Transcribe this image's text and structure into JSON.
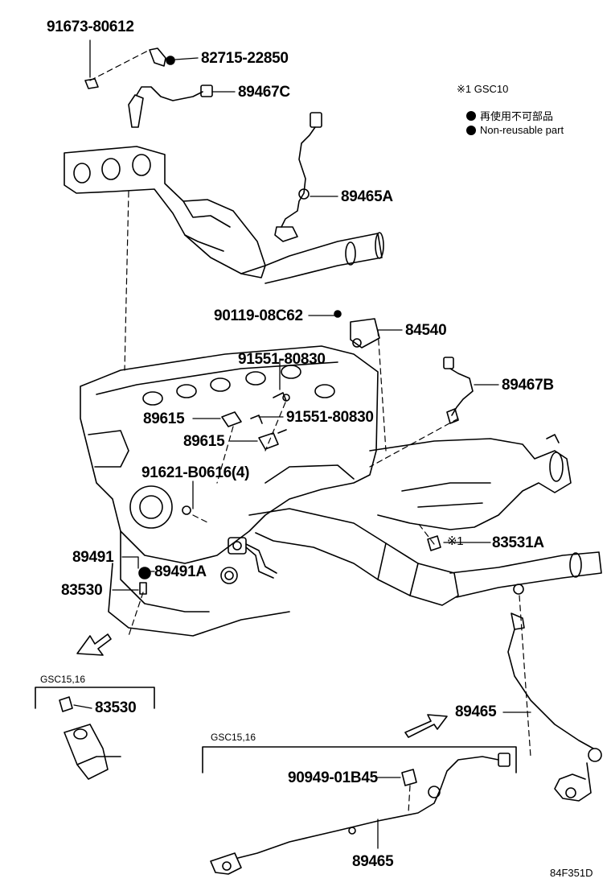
{
  "legend": {
    "mark_gsc10": "※1 GSC10",
    "non_reusable_jp": "再使用不可部品",
    "non_reusable_en": "Non-reusable part"
  },
  "parts": {
    "p91673": "91673-80612",
    "p82715": "82715-22850",
    "p89467c": "89467C",
    "p89465a": "89465A",
    "p90119": "90119-08C62",
    "p84540": "84540",
    "p91551_a": "91551-80830",
    "p91551_b": "91551-80830",
    "p89467b": "89467B",
    "p89615_a": "89615",
    "p89615_b": "89615",
    "p91621": "91621-B0616(4)",
    "p83531a": "83531A",
    "p83531a_mark": "※1",
    "p89491": "89491",
    "p89491a": "89491A",
    "p83530": "83530",
    "p83530_gsc": "83530",
    "p89465_right": "89465",
    "p90949": "90949-01B45",
    "p89465_bottom": "89465"
  },
  "groups": {
    "gsc_left": "GSC15,16",
    "gsc_bottom": "GSC15,16"
  },
  "figure_code": "84F351D"
}
